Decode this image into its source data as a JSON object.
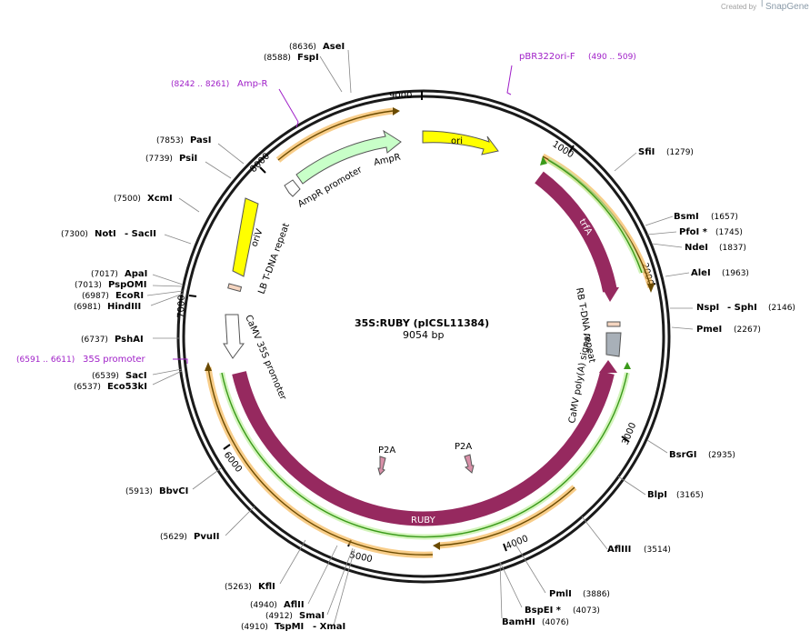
{
  "branding": {
    "created_by": "Created by",
    "product": "SnapGene"
  },
  "map": {
    "title": "35S:RUBY (pICSL11384)",
    "length_label": "9054 bp",
    "ticks": [
      "9000",
      "1000",
      "2000",
      "3000",
      "4000",
      "5000",
      "6000",
      "7000",
      "8000"
    ]
  },
  "sites": {
    "asei": {
      "name": "AseI",
      "pos": "(8636)"
    },
    "fspi": {
      "name": "FspI",
      "pos": "(8588)"
    },
    "pasi": {
      "name": "PasI",
      "pos": "(7853)"
    },
    "psii": {
      "name": "PsiI",
      "pos": "(7739)"
    },
    "xcmi": {
      "name": "XcmI",
      "pos": "(7500)"
    },
    "noti": {
      "name": "NotI",
      "pos": "(7300)",
      "extra": "- SacII"
    },
    "apai": {
      "name": "ApaI",
      "pos": "(7017)"
    },
    "pspomi": {
      "name": "PspOMI",
      "pos": "(7013)"
    },
    "ecori": {
      "name": "EcoRI",
      "pos": "(6987)"
    },
    "hindiii": {
      "name": "HindIII",
      "pos": "(6981)"
    },
    "pshai": {
      "name": "PshAI",
      "pos": "(6737)"
    },
    "saci": {
      "name": "SacI",
      "pos": "(6539)"
    },
    "eco53ki": {
      "name": "Eco53kI",
      "pos": "(6537)"
    },
    "bbvci": {
      "name": "BbvCI",
      "pos": "(5913)"
    },
    "pvuii": {
      "name": "PvuII",
      "pos": "(5629)"
    },
    "kfli": {
      "name": "KflI",
      "pos": "(5263)"
    },
    "aflii": {
      "name": "AflII",
      "pos": "(4940)"
    },
    "smai": {
      "name": "SmaI",
      "pos": "(4912)"
    },
    "tspmi": {
      "name": "TspMI",
      "pos": "(4910)",
      "extra": "- XmaI"
    },
    "sfii": {
      "name": "SfiI",
      "pos": "(1279)"
    },
    "bsmi": {
      "name": "BsmI",
      "pos": "(1657)"
    },
    "pfoi": {
      "name": "PfoI *",
      "pos": "(1745)"
    },
    "ndei": {
      "name": "NdeI",
      "pos": "(1837)"
    },
    "alei": {
      "name": "AleI",
      "pos": "(1963)"
    },
    "nspi": {
      "name": "NspI",
      "pos": "(2146)",
      "extra": "- SphI"
    },
    "pmei": {
      "name": "PmeI",
      "pos": "(2267)"
    },
    "bsrgi": {
      "name": "BsrGI",
      "pos": "(2935)"
    },
    "blpi": {
      "name": "BlpI",
      "pos": "(3165)"
    },
    "afliii": {
      "name": "AflIII",
      "pos": "(3514)"
    },
    "pmli": {
      "name": "PmlI",
      "pos": "(3886)"
    },
    "bspei": {
      "name": "BspEI *",
      "pos": "(4073)"
    },
    "bamhi": {
      "name": "BamHI",
      "pos": "(4076)"
    }
  },
  "primers": {
    "ampr": {
      "range": "(8242 .. 8261)",
      "name": "Amp-R"
    },
    "pbr": {
      "name": "pBR322ori-F",
      "range": "(490 .. 509)"
    },
    "p35s": {
      "range": "(6591 .. 6611)",
      "name": "35S promoter"
    }
  },
  "features": {
    "ori": "ori",
    "ampr": "AmpR",
    "ampr_promoter": "AmpR promoter",
    "oriv": "oriV",
    "lb": "LB T-DNA repeat",
    "camv35s": "CaMV 35S promoter",
    "trfa": "trfA",
    "rb": "RB T-DNA repeat",
    "polya": "CaMV poly(A) signal",
    "ruby": "RUBY",
    "p2a_1": "P2A",
    "p2a_2": "P2A"
  },
  "colors": {
    "backbone": "#1a1a1a",
    "orange": "#f5b24a",
    "green": "#3a9a1a",
    "ruby": "#96295f",
    "ori": "#ffff00",
    "ampr": "#c8ffc8",
    "primer": "#a020c8"
  }
}
